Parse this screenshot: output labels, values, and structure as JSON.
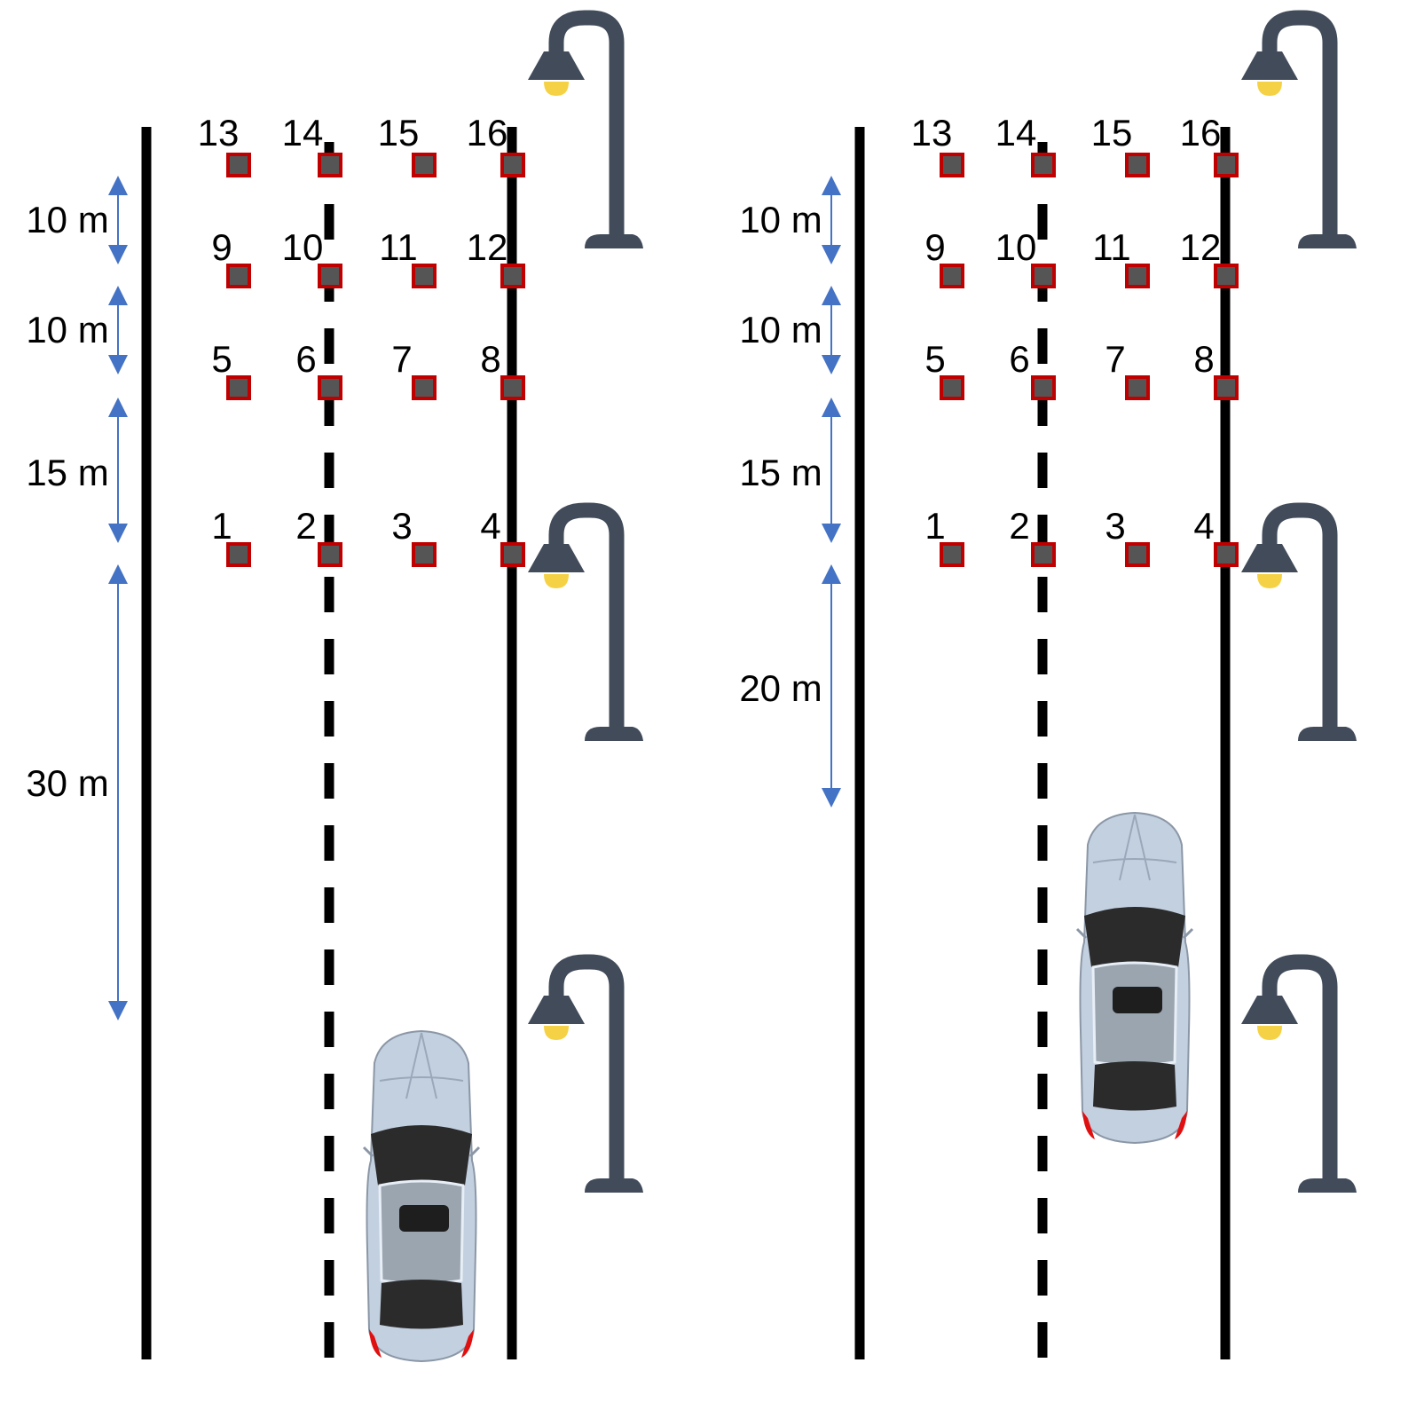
{
  "colors": {
    "road_line": "#000000",
    "point_fill": "#555555",
    "point_border": "#c00000",
    "arrow": "#4472c4",
    "lamp_pole": "#414b5a",
    "lamp_bulb": "#f5d245",
    "car_body": "#c3d0e0",
    "car_glass": "#2b2b2b",
    "car_roof": "#9aa5b0",
    "car_taillight": "#e01010"
  },
  "icons": {
    "lamp": "street-lamp-icon",
    "car": "car-icon",
    "measurement_point": "measurement-point-marker"
  },
  "left_panel": {
    "point_labels": [
      "1",
      "2",
      "3",
      "4",
      "5",
      "6",
      "7",
      "8",
      "9",
      "10",
      "11",
      "12",
      "13",
      "14",
      "15",
      "16"
    ],
    "distances": [
      "10 m",
      "10 m",
      "15 m",
      "30 m"
    ]
  },
  "right_panel": {
    "point_labels": [
      "1",
      "2",
      "3",
      "4",
      "5",
      "6",
      "7",
      "8",
      "9",
      "10",
      "11",
      "12",
      "13",
      "14",
      "15",
      "16"
    ],
    "distances": [
      "10 m",
      "10 m",
      "15 m",
      "20 m"
    ]
  }
}
